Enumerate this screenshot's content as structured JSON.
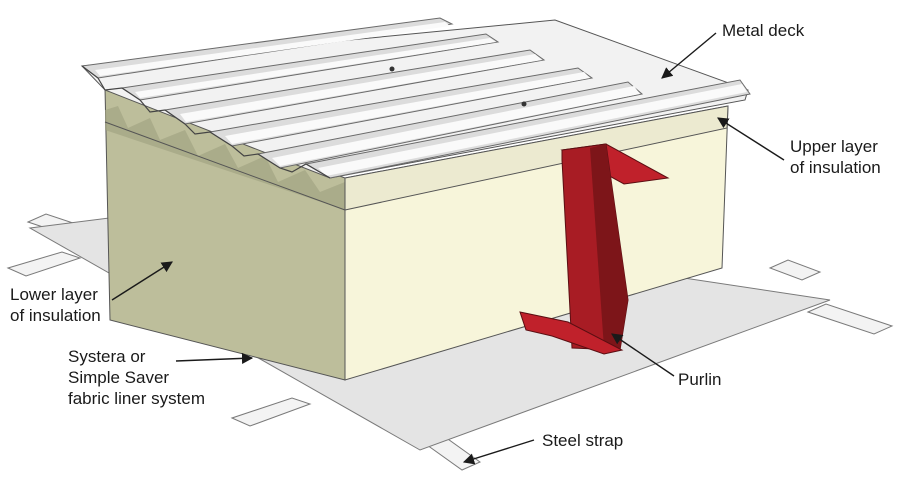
{
  "colors": {
    "liner": "#e4e4e4",
    "liner_stroke": "#7a7a7a",
    "strap": "#f3f3f3",
    "insulation_side": "#bdbe9b",
    "insulation_front": "#f7f5da",
    "insulation_top_band": "#ecead0",
    "deck": "#f2f2f2",
    "deck_shade": "#c9c9c9",
    "purlin": "#c0212b",
    "purlin_dark": "#7d1519",
    "arrow": "#1a1a1a"
  },
  "labels": {
    "metal_deck": "Metal deck",
    "upper_insulation": [
      "Upper layer",
      "of insulation"
    ],
    "lower_insulation": [
      "Lower layer",
      "of insulation"
    ],
    "fabric_liner": [
      "Systera or",
      "Simple Saver",
      "fabric liner system"
    ],
    "purlin": "Purlin",
    "steel_strap": "Steel strap"
  }
}
